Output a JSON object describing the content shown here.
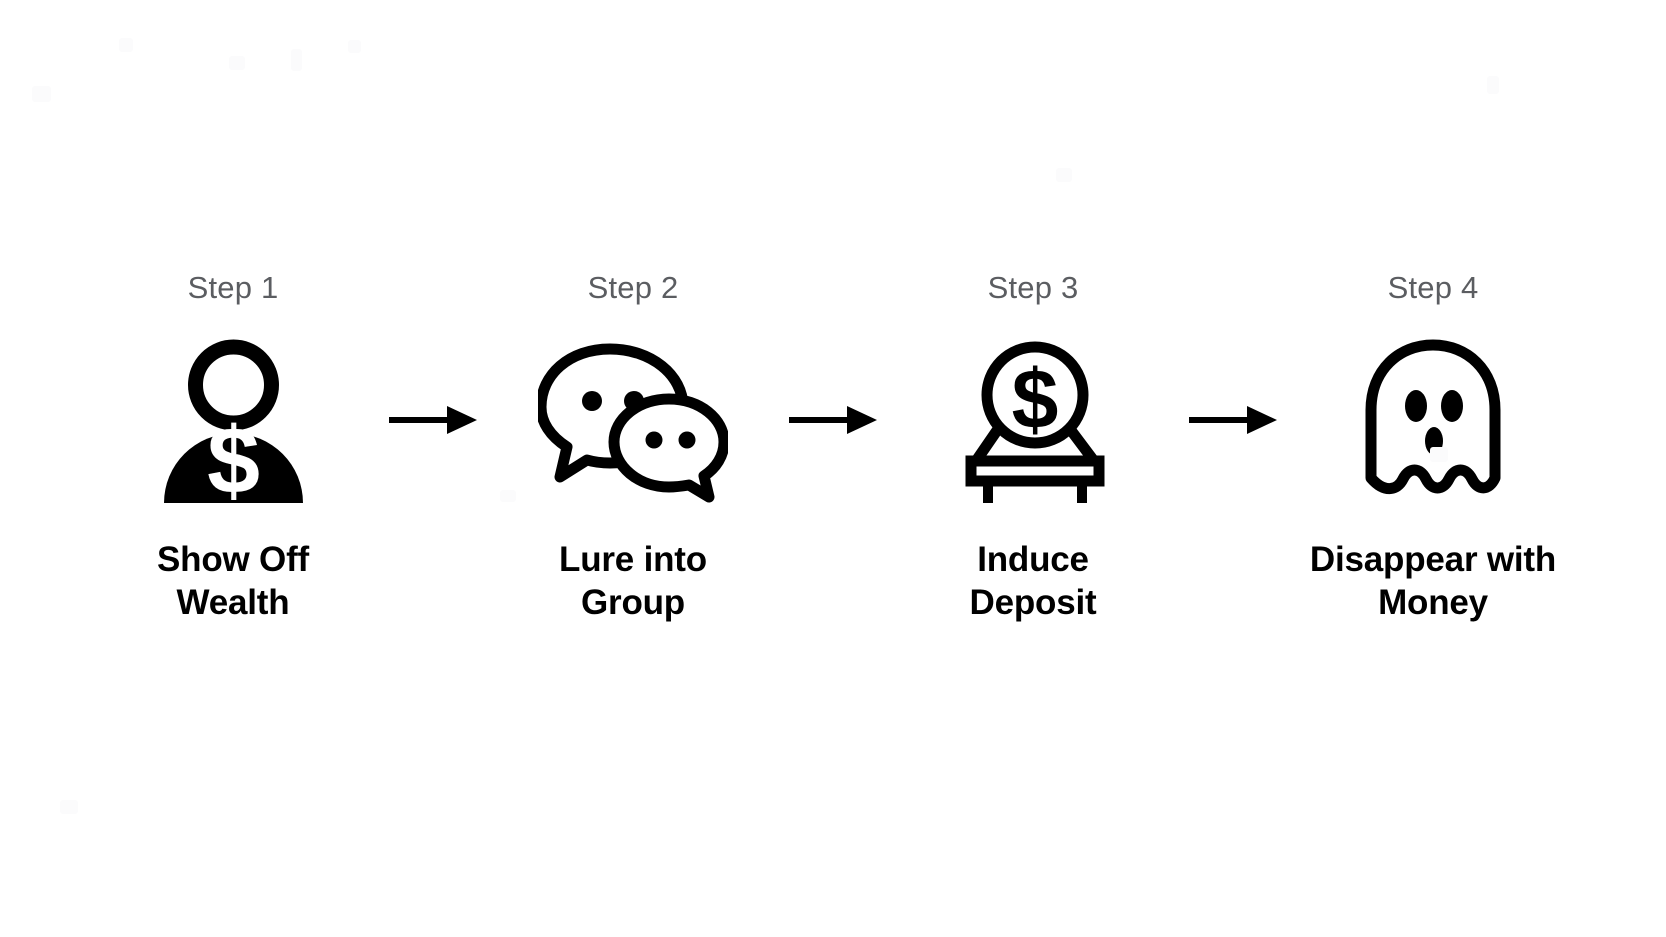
{
  "canvas": {
    "background_color": "#ffffff",
    "stroke_color": "#000000",
    "step_number_color": "#5b5d61"
  },
  "flow": {
    "title": "",
    "steps": [
      {
        "number_label": "Step 1",
        "icon": "person-with-dollar-icon",
        "label_line1": "Show Off",
        "label_line2": "Wealth"
      },
      {
        "number_label": "Step 2",
        "icon": "wechat-chat-bubbles-icon",
        "label_line1": "Lure into",
        "label_line2": "Group"
      },
      {
        "number_label": "Step 3",
        "icon": "coin-on-table-icon",
        "label_line1": "Induce",
        "label_line2": "Deposit"
      },
      {
        "number_label": "Step 4",
        "icon": "ghost-icon",
        "label_line1": "Disappear with",
        "label_line2": "Money"
      }
    ],
    "connectors": [
      {
        "icon": "arrow-right-icon"
      },
      {
        "icon": "arrow-right-icon"
      },
      {
        "icon": "arrow-right-icon"
      }
    ]
  }
}
